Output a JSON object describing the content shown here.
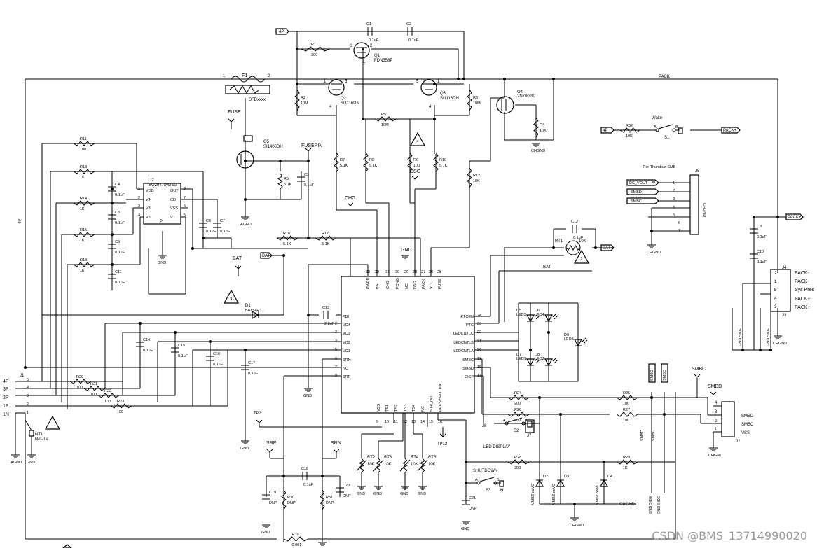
{
  "ic": {
    "ref": "U2",
    "part": "BQ2947xyDSG",
    "left_pins": [
      {
        "n": "1",
        "name": "VDD"
      },
      {
        "n": "2",
        "name": "V4"
      },
      {
        "n": "3",
        "name": "V3"
      },
      {
        "n": "4",
        "name": "V2"
      }
    ],
    "right_pins": [
      {
        "n": "8",
        "name": "OUT"
      },
      {
        "n": "7",
        "name": "CD"
      },
      {
        "n": "6",
        "name": "VSS"
      },
      {
        "n": "5",
        "name": "V1"
      }
    ]
  },
  "main": {
    "top_pins": [
      {
        "n": "33",
        "name": "PWPD"
      },
      {
        "n": "32",
        "name": "BAT"
      },
      {
        "n": "31",
        "name": "CHG"
      },
      {
        "n": "30",
        "name": "PCHG"
      },
      {
        "n": "29",
        "name": "NC"
      },
      {
        "n": "28",
        "name": "DSG"
      },
      {
        "n": "27",
        "name": "PACK"
      },
      {
        "n": "26",
        "name": "VCC"
      },
      {
        "n": "25",
        "name": "FUSE"
      }
    ],
    "left_pins": [
      {
        "n": "1",
        "name": "PBI"
      },
      {
        "n": "2",
        "name": "VC4"
      },
      {
        "n": "3",
        "name": "VC3"
      },
      {
        "n": "4",
        "name": "VC2"
      },
      {
        "n": "5",
        "name": "VC1"
      },
      {
        "n": "6",
        "name": "SRN"
      },
      {
        "n": "7",
        "name": "NC"
      },
      {
        "n": "8",
        "name": "SRP"
      }
    ],
    "right_pins": [
      {
        "n": "24",
        "name": "PTCEN"
      },
      {
        "n": "23",
        "name": "PTC"
      },
      {
        "n": "22",
        "name": "LEDCNTLC"
      },
      {
        "n": "21",
        "name": "LEDCNTLB"
      },
      {
        "n": "20",
        "name": "LEDCNTLA"
      },
      {
        "n": "19",
        "name": "SMBC"
      },
      {
        "n": "18",
        "name": "SMBD"
      },
      {
        "n": "17",
        "name": "DISP"
      }
    ],
    "bottom_pins": [
      {
        "n": "9",
        "name": "VSS"
      },
      {
        "n": "10",
        "name": "TS1"
      },
      {
        "n": "11",
        "name": "TS2"
      },
      {
        "n": "12",
        "name": "TS3"
      },
      {
        "n": "13",
        "name": "TS4"
      },
      {
        "n": "14",
        "name": "NC"
      },
      {
        "n": "15",
        "name": "NTP_INT"
      },
      {
        "n": "16",
        "name": "PRES/SHUTDN"
      }
    ]
  },
  "mosfets": [
    {
      "ref": "Q1",
      "part": "FDN358P"
    },
    {
      "ref": "Q2",
      "part": "SI1116DN"
    },
    {
      "ref": "Q3",
      "part": "SI1116DN"
    },
    {
      "ref": "Q4",
      "part": "2N7002K"
    },
    {
      "ref": "Q5",
      "part": "SI1406DH"
    }
  ],
  "fuse": {
    "ref": "F1",
    "part": "SFDxxxx",
    "pin1": "1",
    "pin2": "2"
  },
  "resistors": [
    {
      "ref": "R1",
      "value": "300"
    },
    {
      "ref": "R2",
      "value": "10M"
    },
    {
      "ref": "R3",
      "value": "10M"
    },
    {
      "ref": "R4",
      "value": "10K"
    },
    {
      "ref": "R5",
      "value": "10M"
    },
    {
      "ref": "R6",
      "value": "5.1K"
    },
    {
      "ref": "R7",
      "value": "5.1K"
    },
    {
      "ref": "R8",
      "value": "5.1K"
    },
    {
      "ref": "R9",
      "value": "100"
    },
    {
      "ref": "R10",
      "value": "5.1K"
    },
    {
      "ref": "R11",
      "value": "100"
    },
    {
      "ref": "R12",
      "value": "10K"
    },
    {
      "ref": "R13",
      "value": "1K"
    },
    {
      "ref": "R14",
      "value": "1K"
    },
    {
      "ref": "R15",
      "value": "1K"
    },
    {
      "ref": "R16",
      "value": "5.1K"
    },
    {
      "ref": "R17",
      "value": "5.1K"
    },
    {
      "ref": "R18",
      "value": "1K"
    },
    {
      "ref": "R19",
      "value": "0.001"
    },
    {
      "ref": "R20",
      "value": "100"
    },
    {
      "ref": "R21",
      "value": "100"
    },
    {
      "ref": "R22",
      "value": "100"
    },
    {
      "ref": "R23",
      "value": "100"
    },
    {
      "ref": "R24",
      "value": "200"
    },
    {
      "ref": "R25",
      "value": "100"
    },
    {
      "ref": "R26",
      "value": "200"
    },
    {
      "ref": "R27",
      "value": "100"
    },
    {
      "ref": "R28",
      "value": "200"
    },
    {
      "ref": "R29",
      "value": "1K"
    },
    {
      "ref": "R30",
      "value": "DNP"
    },
    {
      "ref": "R31",
      "value": "DNP"
    },
    {
      "ref": "R32",
      "value": "10K"
    }
  ],
  "capacitors": [
    {
      "ref": "C1",
      "value": "0.1uF"
    },
    {
      "ref": "C2",
      "value": "0.1uF"
    },
    {
      "ref": "C3",
      "value": "0.1uF"
    },
    {
      "ref": "C4",
      "value": "0.1uF"
    },
    {
      "ref": "C5",
      "value": "0.1uF"
    },
    {
      "ref": "C6",
      "value": "0.1uF"
    },
    {
      "ref": "C7",
      "value": "0.1uF"
    },
    {
      "ref": "C8",
      "value": "0.1uF"
    },
    {
      "ref": "C9",
      "value": "0.1uF"
    },
    {
      "ref": "C10",
      "value": "0.1uF"
    },
    {
      "ref": "C11",
      "value": "0.1uF"
    },
    {
      "ref": "C12",
      "value": "0.1uF"
    },
    {
      "ref": "C13",
      "value": "2.2uF"
    },
    {
      "ref": "C14",
      "value": "0.1uF"
    },
    {
      "ref": "C15",
      "value": "0.1uF"
    },
    {
      "ref": "C16",
      "value": "0.1uF"
    },
    {
      "ref": "C17",
      "value": "0.1uF"
    },
    {
      "ref": "C18",
      "value": "0.1uF"
    },
    {
      "ref": "C19",
      "value": "DNP"
    },
    {
      "ref": "C20",
      "value": "DNP"
    },
    {
      "ref": "C21",
      "value": "DNP"
    }
  ],
  "thermistors": [
    {
      "ref": "RT1",
      "value": "10K"
    },
    {
      "ref": "RT2",
      "value": "10K"
    },
    {
      "ref": "RT3",
      "value": "10K"
    },
    {
      "ref": "RT4",
      "value": "10K"
    },
    {
      "ref": "RT5",
      "value": "10K"
    }
  ],
  "diodes": [
    {
      "ref": "D1",
      "part": "BAT54HT1"
    },
    {
      "ref": "D2",
      "part": "MMBZ-xxVC"
    },
    {
      "ref": "D3",
      "part": "MMBZ-xxVC"
    },
    {
      "ref": "D4",
      "part": "MMBZ-xxVC"
    }
  ],
  "leds": [
    {
      "ref": "D5",
      "label": "LED3"
    },
    {
      "ref": "D6",
      "label": "LED4"
    },
    {
      "ref": "D7",
      "label": "LED1"
    },
    {
      "ref": "D8",
      "label": "LED2"
    },
    {
      "ref": "D9",
      "label": "LED5"
    }
  ],
  "switches": [
    {
      "ref": "S1",
      "title": "Wake",
      "pin_a": "A",
      "pin_b": "B"
    },
    {
      "ref": "S2",
      "title": "LED DISPLAY",
      "pin_a": "A",
      "pin_b": "B"
    },
    {
      "ref": "S3",
      "title": "SHUTDOWN",
      "pin_a": "A",
      "pin_b": "B"
    }
  ],
  "jumpers": [
    "J7",
    "J8",
    "J9"
  ],
  "connectors": {
    "j1": {
      "ref": "J1",
      "labels": [
        "4P",
        "3P",
        "2P",
        "1P",
        "1N"
      ],
      "pins": [
        "5",
        "4",
        "3",
        "2",
        "1"
      ],
      "side_label": "4P"
    },
    "j2": {
      "ref": "J2",
      "pins": [
        "4",
        "3",
        "2",
        "1"
      ],
      "labels": [
        "SMBD",
        "SMBC",
        "VSS"
      ]
    },
    "j3": {
      "ref": "J3",
      "j4": "J4",
      "pins": [
        "2",
        "1",
        "5",
        "4",
        "3"
      ],
      "labels": [
        "PACK-",
        "PACK-",
        "Sys Pres",
        "PACK+",
        "PACK+"
      ]
    },
    "j5": {
      "ref": "J5",
      "title": "For Thumbus-SMB",
      "pins": [
        "1",
        "2",
        "3",
        "4",
        "5",
        "6",
        "7"
      ],
      "nets": [
        "DC_VOUT",
        "SMBD",
        "SMBC"
      ],
      "gnd": "CHGND"
    }
  },
  "nets": {
    "pack_plus": "PACK+",
    "p4": "4P",
    "bat": "BAT",
    "chg": "CHG",
    "dsg": "DSG",
    "fuse": "FUSE",
    "fusepin": "FUSEPIN",
    "agnd": "AGND",
    "gnd": "GND",
    "chgnd": "CHGND",
    "srp": "SRP",
    "srn": "SRN",
    "smbc": "SMBC",
    "smbd": "SMBD",
    "nt1": "NT1",
    "net_tie": "Net-Tie",
    "tp3": "TP3",
    "tp12": "TP12",
    "gnd_side": "GND SIDE",
    "tri2": "2",
    "tri3": "3"
  },
  "watermark": "CSDN @BMS_13714990020"
}
